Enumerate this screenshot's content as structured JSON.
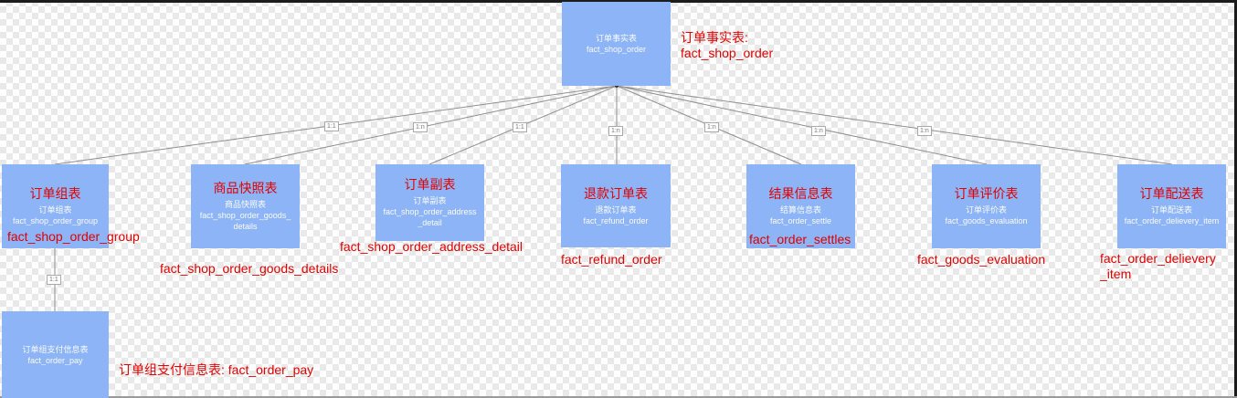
{
  "root": {
    "cn": "订单事实表",
    "en": "fact_shop_order",
    "annotation_cn": "订单事实表:",
    "annotation_en": "fact_shop_order"
  },
  "children": [
    {
      "header": "订单组表",
      "cn": "订单组表",
      "en": "fact_shop_order_group",
      "annotation": "fact_shop_order_group",
      "relation": "1:1"
    },
    {
      "header": "商品快照表",
      "cn": "商品快照表",
      "en": "fact_shop_order_goods_details",
      "annotation": "fact_shop_order_goods_details",
      "relation": "1:n"
    },
    {
      "header": "订单副表",
      "cn": "订单副表",
      "en": "fact_shop_order_address_detail",
      "annotation": "fact_shop_order_address_detail",
      "relation": "1:1"
    },
    {
      "header": "退款订单表",
      "cn": "退款订单表",
      "en": "fact_refund_order",
      "annotation": "fact_refund_order",
      "relation": "1:n"
    },
    {
      "header": "结果信息表",
      "cn": "结算信息表",
      "en": "fact_order_settle",
      "annotation": "fact_order_settles",
      "relation": "1:n"
    },
    {
      "header": "订单评价表",
      "cn": "订单评价表",
      "en": "fact_goods_evaluation",
      "annotation": "fact_goods_evaluation",
      "relation": "1:n"
    },
    {
      "header": "订单配送表",
      "cn": "订单配送表",
      "en": "fact_order_delievery_item",
      "annotation_line1": "fact_order_delievery",
      "annotation_line2": "_item",
      "relation": "1:n"
    }
  ],
  "pay": {
    "cn": "订单组支付信息表",
    "en": "fact_order_pay",
    "annotation": "订单组支付信息表: fact_order_pay",
    "relation": "1:1"
  }
}
